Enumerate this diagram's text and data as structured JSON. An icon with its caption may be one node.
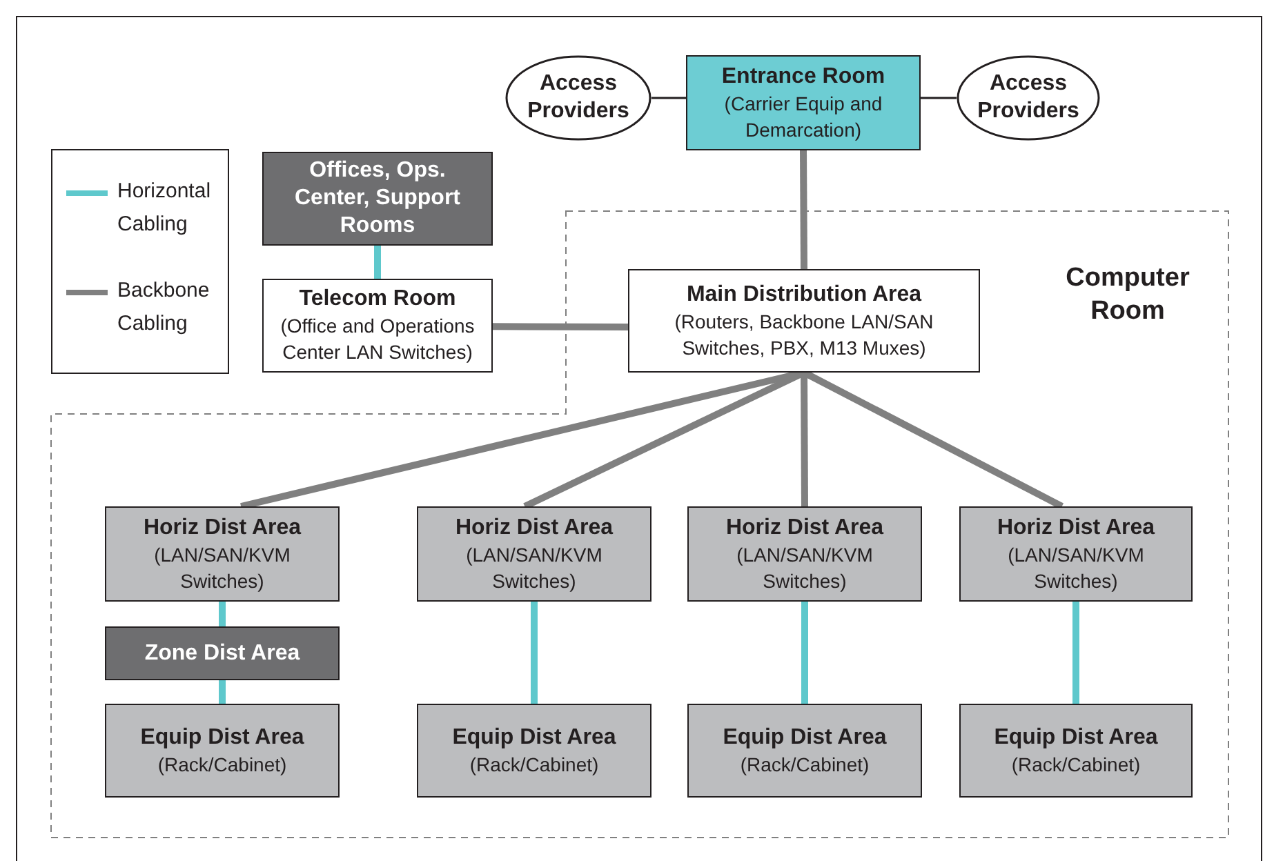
{
  "diagram": {
    "nodes": [
      {
        "text": [
          "Access Providers"
        ]
      },
      {
        "text": [
          "Entrance Room",
          "(Carrier Equip and Demarcation)"
        ]
      },
      {
        "text": [
          "Access Providers"
        ]
      },
      {
        "text": [
          "Offices, Ops. Center, Support Rooms"
        ]
      },
      {
        "text": [
          "Telecom Room",
          "(Office and Operations Center LAN Switches)"
        ]
      },
      {
        "text": [
          "Computer Room"
        ]
      },
      {
        "text": [
          "Main Distribution Area",
          "(Routers, Backbone LAN/SAN Switches, PBX, M13 Muxes)"
        ],
        "in": 5
      },
      {
        "text": [
          "Horiz Dist Area",
          "(LAN/SAN/KVM Switches)"
        ],
        "in": 5
      },
      {
        "text": [
          "Horiz Dist Area",
          "(LAN/SAN/KVM Switches)"
        ],
        "in": 5
      },
      {
        "text": [
          "Horiz Dist Area",
          "(LAN/SAN/KVM Switches)"
        ],
        "in": 5
      },
      {
        "text": [
          "Horiz Dist Area",
          "(LAN/SAN/KVM Switches)"
        ],
        "in": 5
      },
      {
        "text": [
          "Zone Dist Area"
        ],
        "in": 5
      },
      {
        "text": [
          "Equip Dist Area",
          "(Rack/Cabinet)"
        ],
        "in": 5
      },
      {
        "text": [
          "Equip Dist Area",
          "(Rack/Cabinet)"
        ],
        "in": 5
      },
      {
        "text": [
          "Equip Dist Area",
          "(Rack/Cabinet)"
        ],
        "in": 5
      },
      {
        "text": [
          "Equip Dist Area",
          "(Rack/Cabinet)"
        ],
        "in": 5
      }
    ],
    "edges": [
      {
        "from": 0,
        "to": 1,
        "arrow": "none",
        "color": "#231f20"
      },
      {
        "from": 1,
        "to": 2,
        "arrow": "none",
        "color": "#231f20"
      },
      {
        "from": 1,
        "to": 6,
        "arrow": "none",
        "color": "#808080"
      },
      {
        "from": 3,
        "to": 4,
        "arrow": "none",
        "color": "#5ec8cc"
      },
      {
        "from": 4,
        "to": 6,
        "arrow": "none",
        "color": "#808080"
      },
      {
        "from": 6,
        "to": 7,
        "arrow": "none",
        "color": "#808080"
      },
      {
        "from": 6,
        "to": 8,
        "arrow": "none",
        "color": "#808080"
      },
      {
        "from": 6,
        "to": 9,
        "arrow": "none",
        "color": "#808080"
      },
      {
        "from": 6,
        "to": 10,
        "arrow": "none",
        "color": "#808080"
      },
      {
        "from": 7,
        "to": 11,
        "arrow": "none",
        "color": "#5ec8cc"
      },
      {
        "from": 11,
        "to": 12,
        "arrow": "none",
        "color": "#5ec8cc"
      },
      {
        "from": 8,
        "to": 13,
        "arrow": "none",
        "color": "#5ec8cc"
      },
      {
        "from": 9,
        "to": 14,
        "arrow": "none",
        "color": "#5ec8cc"
      },
      {
        "from": 10,
        "to": 15,
        "arrow": "none",
        "color": "#5ec8cc"
      }
    ],
    "legend": [
      {
        "text": "Horizontal Cabling",
        "color": "#5ec8cc"
      },
      {
        "text": "Backbone Cabling",
        "color": "#808080"
      }
    ]
  }
}
